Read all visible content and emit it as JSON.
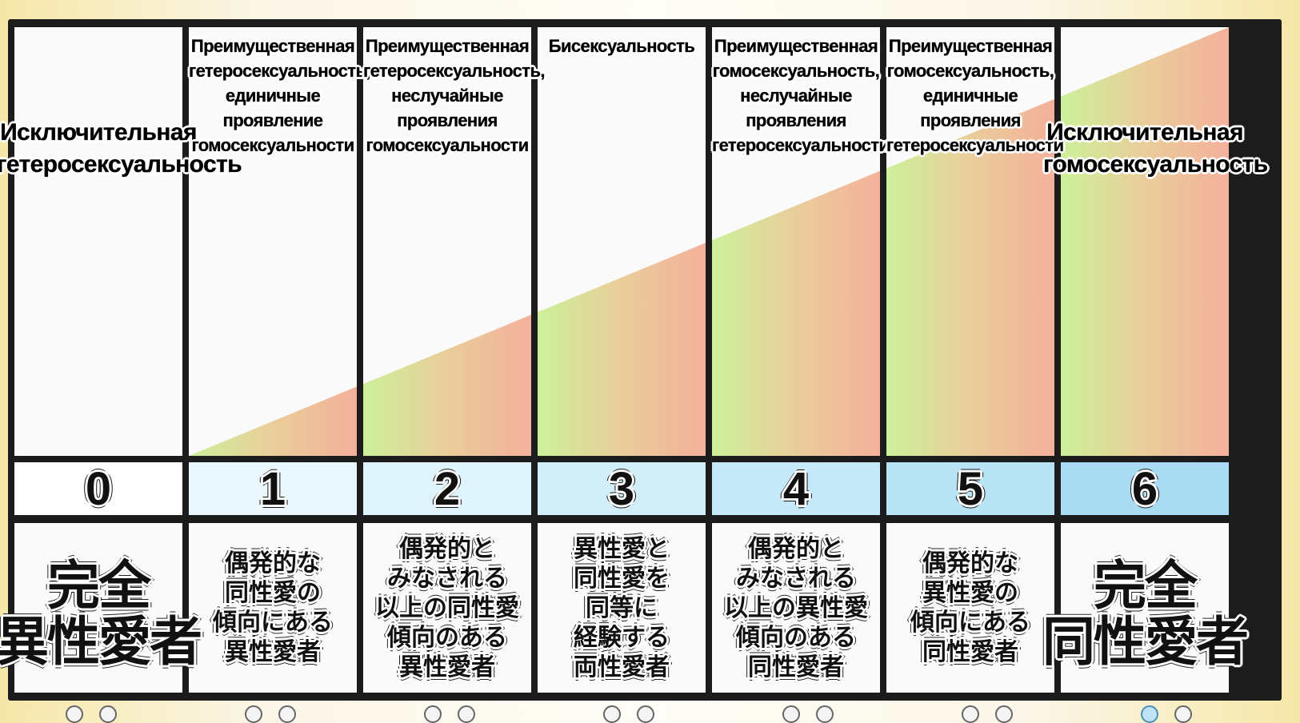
{
  "columns": [
    {
      "number": "0",
      "ru": "Исключительная\nгетеросексуальность",
      "ru_style": "large",
      "jp": "完全\n異性愛者",
      "jp_style": "large",
      "green_fraction": 0,
      "number_bg": "#ffffff"
    },
    {
      "number": "1",
      "ru": "Преимущественная\nгетеросексуальность,\nединичные\nпроявление\nгомосексуальности",
      "ru_style": "small",
      "jp": "偶発的な\n同性愛の\n傾向にある\n異性愛者",
      "jp_style": "small",
      "green_fraction": 0.18,
      "number_bg": "#eaf7fd"
    },
    {
      "number": "2",
      "ru": "Преимущественная\nгетеросексуальность,\nнеслучайные\nпроявления\nгомосексуальности",
      "ru_style": "small",
      "jp": "偶発的と\nみなされる\n以上の同性愛\n傾向のある\n異性愛者",
      "jp_style": "small",
      "green_fraction": 0.38,
      "number_bg": "#def3fb"
    },
    {
      "number": "3",
      "ru": "Бисексуальность",
      "ru_style": "small",
      "jp": "異性愛と\n同性愛を\n同等に\n経験する\n両性愛者",
      "jp_style": "small",
      "green_fraction": 0.58,
      "number_bg": "#d2eef9"
    },
    {
      "number": "4",
      "ru": "Преимущественная\nгомосексуальность,\nнеслучайные\nпроявления\nгетеросексуальности",
      "ru_style": "small",
      "jp": "偶発的と\nみなされる\n以上の異性愛\n傾向のある\n同性愛者",
      "jp_style": "small",
      "green_fraction": 0.78,
      "number_bg": "#c5e9f8"
    },
    {
      "number": "5",
      "ru": "Преимущественная\nгомосексуальность,\nединичные\nпроявления\nгетеросексуальности",
      "ru_style": "small",
      "jp": "偶発的な\n異性愛の\n傾向にある\n同性愛者",
      "jp_style": "small",
      "green_fraction": 0.98,
      "number_bg": "#b9e4f6"
    },
    {
      "number": "6",
      "ru": "Исключительная\nгомосексуальность",
      "ru_style": "large",
      "jp": "完全\n同性愛者",
      "jp_style": "large",
      "green_fraction": 1,
      "number_bg": "#a9dcf3"
    }
  ],
  "colors": {
    "frame": "#1c1c1c",
    "cell_white": "#fafafa",
    "gradient_start": "#c8f090",
    "gradient_mid": "#e8c890",
    "gradient_end": "#f3a890"
  },
  "pagination": {
    "count": 14,
    "active_index": 12
  }
}
